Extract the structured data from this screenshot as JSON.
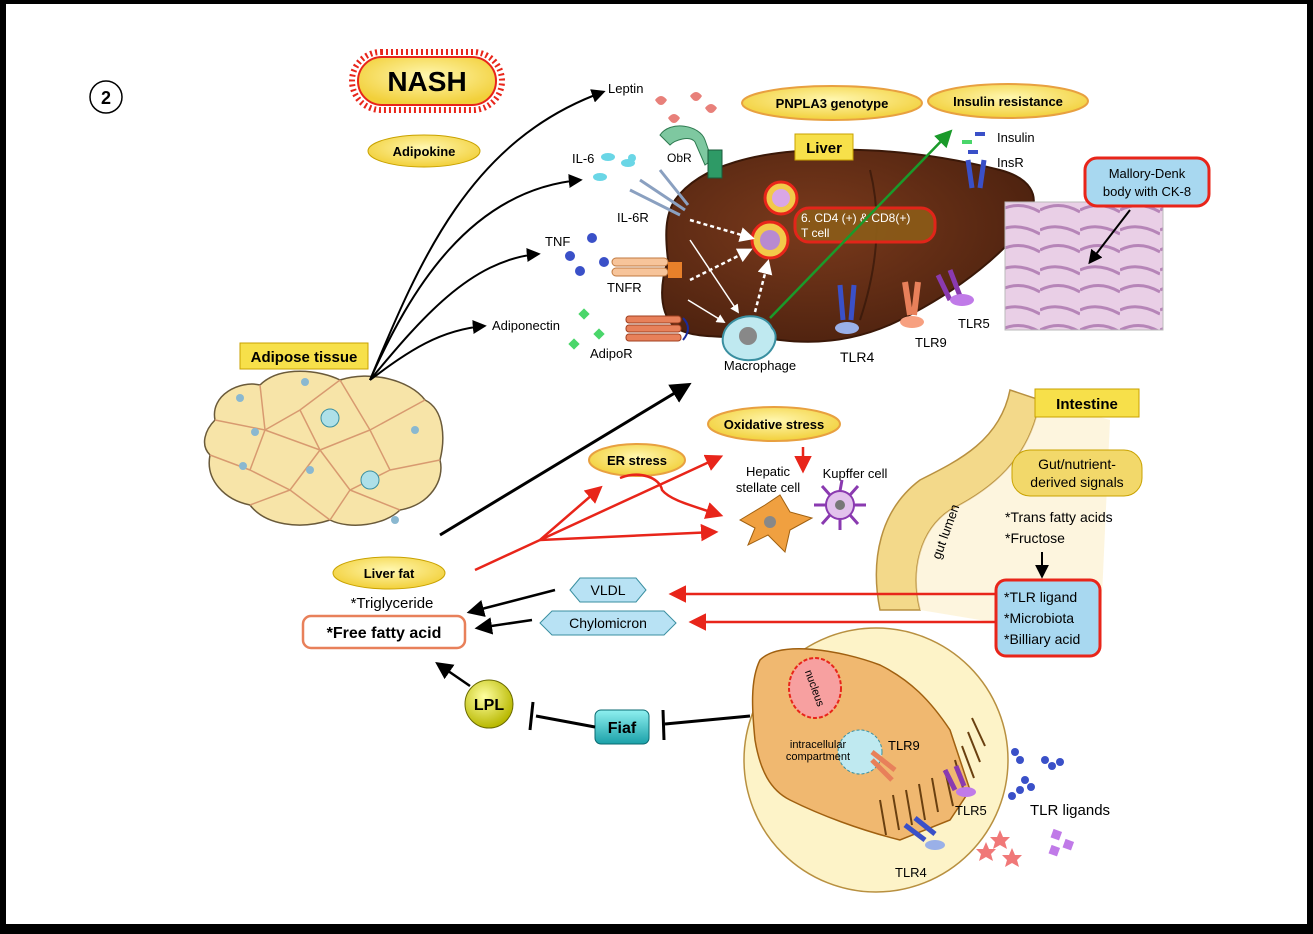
{
  "panel_number": "2",
  "title": "NASH",
  "labels": {
    "adipokine": "Adipokine",
    "pnpla3": "PNPLA3 genotype",
    "insulin_resistance": "Insulin resistance",
    "liver": "Liver",
    "leptin": "Leptin",
    "obr": "ObR",
    "il6": "IL-6",
    "il6r": "IL-6R",
    "tnf": "TNF",
    "tnfr": "TNFR",
    "adiponectin": "Adiponectin",
    "adipor": "AdipoR",
    "macrophage": "Macrophage",
    "tcell_line1": "6. CD4 (+) & CD8(+)",
    "tcell_line2": "T cell",
    "insulin": "Insulin",
    "insr": "InsR",
    "mallory_line1": "Mallory-Denk",
    "mallory_line2": "body with CK-8",
    "tlr4": "TLR4",
    "tlr9": "TLR9",
    "tlr5": "TLR5",
    "adipose_tissue": "Adipose tissue",
    "intestine": "Intestine",
    "oxidative_stress": "Oxidative stress",
    "er_stress": "ER stress",
    "hepatic_line1": "Hepatic",
    "hepatic_line2": "stellate cell",
    "kupffer": "Kupffer cell",
    "gut_signals_line1": "Gut/nutrient-",
    "gut_signals_line2": "derived signals",
    "trans_fatty": "*Trans fatty acids",
    "fructose": "*Fructose",
    "gut_lumen": "gut lumen",
    "liver_fat": "Liver fat",
    "triglyceride": "*Triglyceride",
    "ffa": "*Free fatty acid",
    "vldl": "VLDL",
    "chylomicron": "Chylomicron",
    "tlr_ligand": "*TLR ligand",
    "microbiota": "*Microbiota",
    "billiary": "*Billiary acid",
    "lpl": "LPL",
    "fiaf": "Fiaf",
    "nucleus": "nucleus",
    "intracellular_line1": "intracellular",
    "intracellular_line2": "compartment",
    "cell_tlr9": "TLR9",
    "cell_tlr5": "TLR5",
    "cell_tlr4": "TLR4",
    "tlr_ligands": "TLR ligands"
  },
  "colors": {
    "activation_arrow": "#000000",
    "stress_arrow": "#e8251a",
    "insulin_arrow": "#1a9a2a",
    "liver": "#5a2a14",
    "label_yellow": "#f7e04a",
    "badge_red": "#e8251a"
  }
}
